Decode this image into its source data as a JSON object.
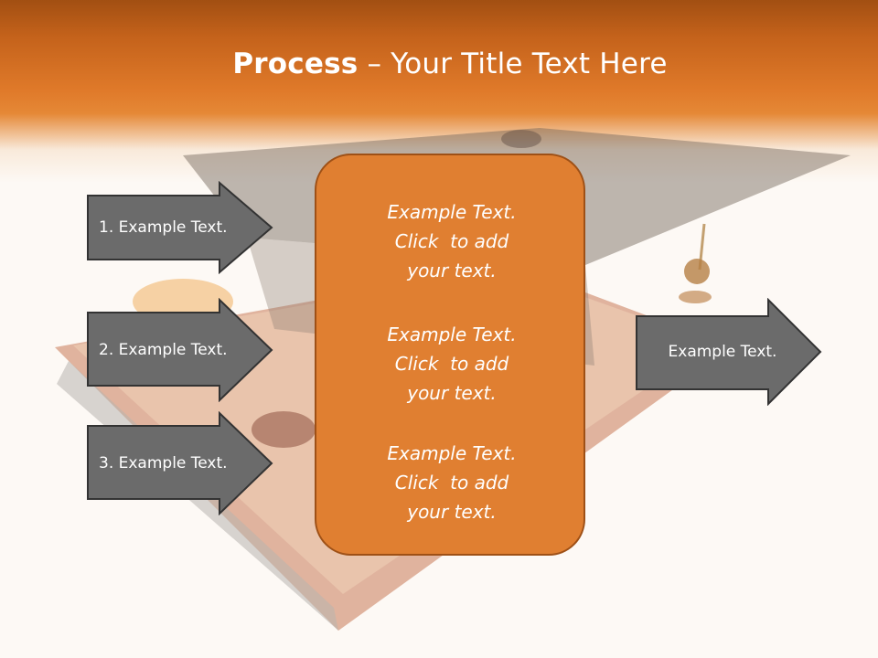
{
  "title": {
    "bold": "Process",
    "rest": " – Your Title Text Here"
  },
  "left_arrows": [
    {
      "label": "1. Example Text."
    },
    {
      "label": "2. Example Text."
    },
    {
      "label": "3. Example Text."
    }
  ],
  "center_blocks": [
    {
      "lines": [
        "Example Text.",
        "Click  to add",
        "your text."
      ]
    },
    {
      "lines": [
        "Example Text.",
        "Click  to add",
        "your text."
      ]
    },
    {
      "lines": [
        "Example Text.",
        "Click  to add",
        "your text."
      ]
    }
  ],
  "right_arrow": {
    "label": "Example Text."
  },
  "colors": {
    "arrow_fill": "#6b6b6b",
    "arrow_stroke": "#333333",
    "center_fill": "#e07f31",
    "center_border": "#9e5016",
    "header": "#e07a2a"
  },
  "background_image": "graduation-cap-on-book"
}
